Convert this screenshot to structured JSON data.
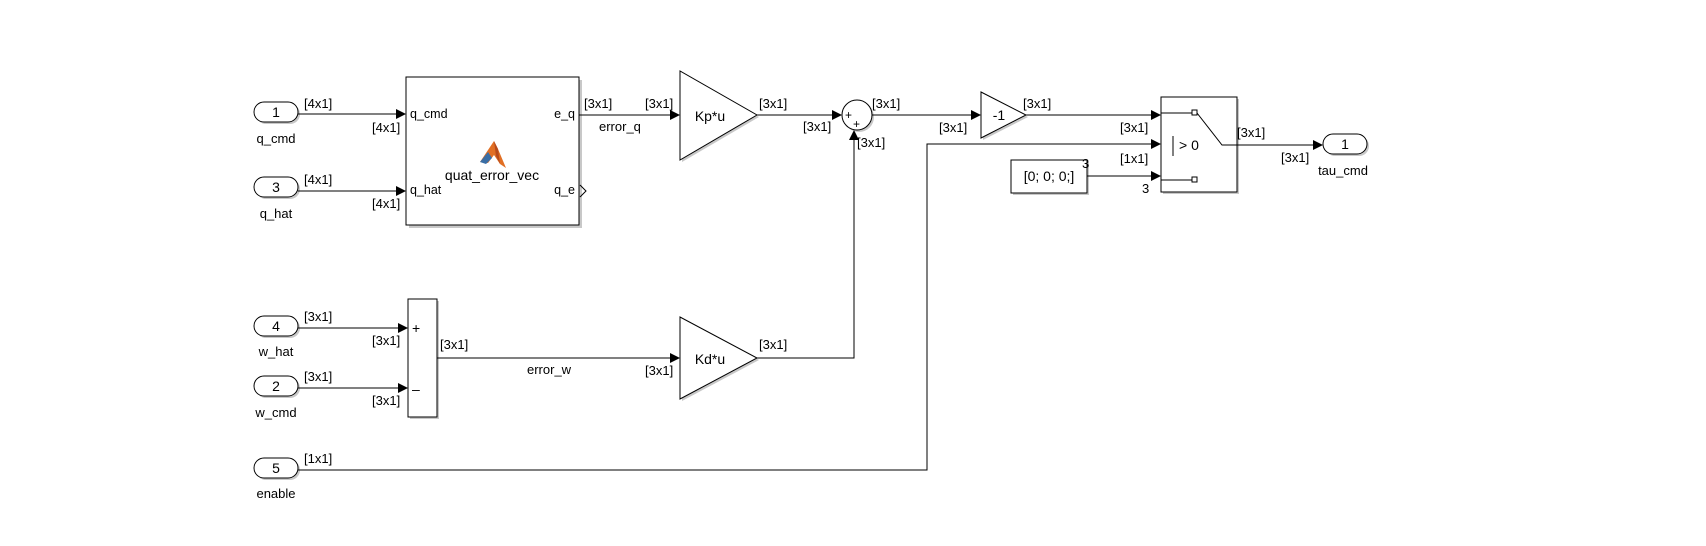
{
  "inports": [
    {
      "number": "1",
      "name": "q_cmd"
    },
    {
      "number": "3",
      "name": "q_hat"
    },
    {
      "number": "4",
      "name": "w_hat"
    },
    {
      "number": "2",
      "name": "w_cmd"
    },
    {
      "number": "5",
      "name": "enable"
    }
  ],
  "outport": {
    "number": "1",
    "name": "tau_cmd"
  },
  "function_block": {
    "name": "quat_error_vec",
    "in_ports": [
      "q_cmd",
      "q_hat"
    ],
    "out_ports": [
      "e_q",
      "q_e"
    ]
  },
  "gains": {
    "kp": "Kp*u",
    "kd": "Kd*u",
    "neg": "-1"
  },
  "sub_block": {
    "plus": "+",
    "minus": "–"
  },
  "sum_block": {
    "top": "+",
    "bottom": "+"
  },
  "constant": {
    "value": "[0; 0; 0;]",
    "dim": "3"
  },
  "switch_block": {
    "criterion": "> 0"
  },
  "signals": {
    "error_q": "error_q",
    "error_w": "error_w"
  },
  "dims": {
    "d4x1": "[4x1]",
    "d3x1": "[3x1]",
    "d1x1": "[1x1]",
    "d3": "3"
  },
  "colors": {
    "line": "#000000",
    "block_fill": "#ffffff",
    "shadow": "#c8c8c8",
    "matlab_logo": "#e16f24"
  }
}
